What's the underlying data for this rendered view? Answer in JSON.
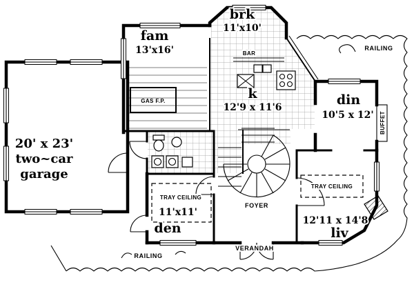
{
  "plan": {
    "rooms": {
      "brk": {
        "name": "brk",
        "dims": "11'x10'"
      },
      "fam": {
        "name": "fam",
        "dims": "13'x16'"
      },
      "kitchen": {
        "name": "k",
        "dims": "12'9 x 11'6"
      },
      "din": {
        "name": "din",
        "dims": "10'5 x 12'"
      },
      "den": {
        "name": "den",
        "dims": "11'x11'"
      },
      "liv": {
        "name": "liv",
        "dims": "12'11 x 14'8"
      },
      "garage": {
        "size": "20' x 23'",
        "line2": "two~car",
        "line3": "garage"
      }
    },
    "labels": {
      "bar": "BAR",
      "gas_fireplace": "GAS F.P.",
      "buffet": "BUFFET",
      "railing_top": "RAILING",
      "railing_bottom": "RAILING",
      "tray_ceiling_den": "TRAY CEILING",
      "tray_ceiling_liv": "TRAY CEILING",
      "foyer": "FOYER",
      "verandah": "VERANDAH"
    }
  }
}
